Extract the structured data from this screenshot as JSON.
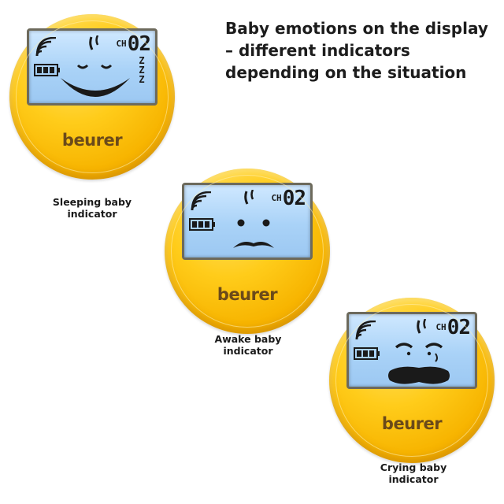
{
  "headline": "Baby emotions on the display – different indicators depending on the situation",
  "colors": {
    "device_yellow": "#ffcc1a",
    "screen_blue": "#a9d2f7",
    "lcd_black": "#1a1a1a",
    "brand_brown": "#6b4a1a"
  },
  "devices": [
    {
      "brand": "beurer",
      "channel_label": "CH",
      "channel_number": "02",
      "icons": [
        "signal-icon",
        "battery-icon",
        "drop-icon",
        "zzz-icon"
      ],
      "zzz": "Z Z Z",
      "caption_line1": "Sleeping baby",
      "caption_line2": "indicator"
    },
    {
      "brand": "beurer",
      "channel_label": "CH",
      "channel_number": "02",
      "icons": [
        "signal-icon",
        "battery-icon",
        "drop-icon"
      ],
      "caption_line1": "Awake baby",
      "caption_line2": "indicator"
    },
    {
      "brand": "beurer",
      "channel_label": "CH",
      "channel_number": "02",
      "icons": [
        "signal-icon",
        "battery-icon",
        "drop-icon"
      ],
      "caption_line1": "Crying baby",
      "caption_line2": "indicator"
    }
  ]
}
